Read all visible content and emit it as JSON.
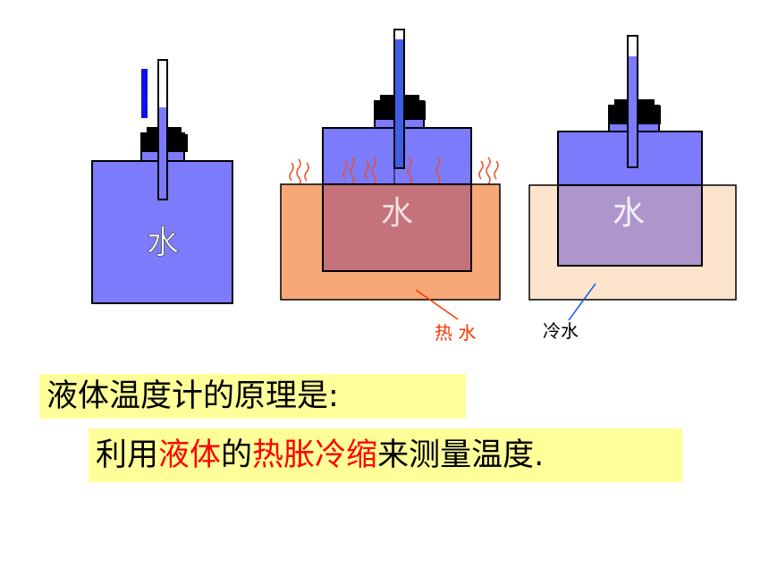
{
  "diagram": {
    "water_label": "水",
    "hot_water_label": "热 水",
    "cold_water_label": "冷水"
  },
  "text": {
    "principle_heading": "液体温度计的原理是:",
    "explanation": {
      "part1": "利用",
      "part2": "液体",
      "part3": "的",
      "part4": "热胀冷缩",
      "part5": "来测量温度."
    }
  },
  "colors": {
    "water_fill": "#7b7bfb",
    "hot_bath": "#f7a877",
    "hot_overlap": "#c6727c",
    "cold_bath": "#fce4cc",
    "cold_overlap": "#ad96cb",
    "liquid_column": "#3f5fe3",
    "stopper": "#000000",
    "steam": "#e8502a",
    "hot_label": "#ff3300",
    "cold_pointer": "#1060f0",
    "highlight_bg": "#ffff99",
    "highlight_text": "#ff0000"
  }
}
